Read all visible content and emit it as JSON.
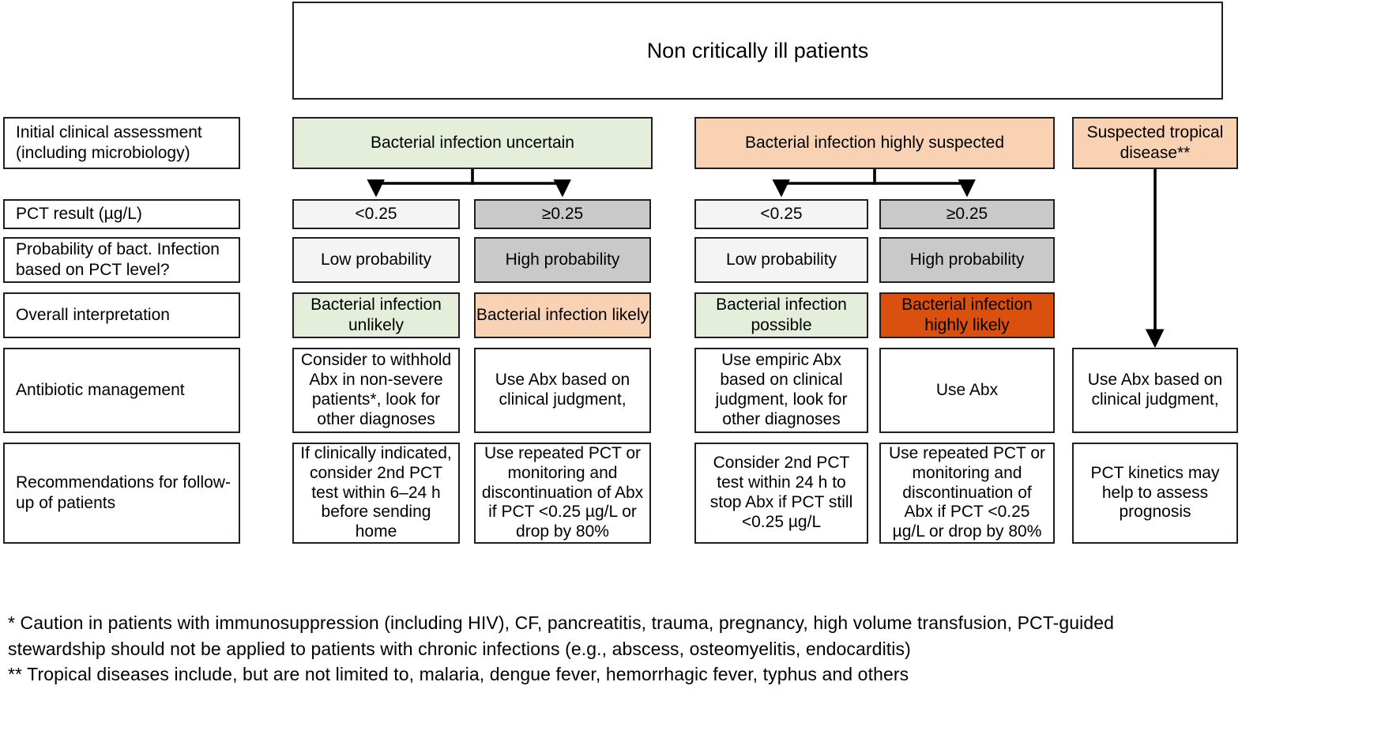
{
  "header": {
    "title": "Non critically ill patients"
  },
  "row_labels": [
    "Initial clinical assessment (including microbiology)",
    "PCT result (µg/L)",
    "Probability of bact. Infection based on PCT level?",
    "Overall interpretation",
    "Antibiotic management",
    "Recommendations for follow-up of patients"
  ],
  "assessment": {
    "uncertain": "Bacterial infection uncertain",
    "highly_suspected": "Bacterial infection highly suspected",
    "tropical": "Suspected tropical disease**"
  },
  "pct_results": {
    "low": "<0.25",
    "high": "≥0.25"
  },
  "probability": {
    "low": "Low probability",
    "high": "High probability"
  },
  "interpretation": {
    "unlikely": "Bacterial infection unlikely",
    "likely": "Bacterial infection likely",
    "possible": "Bacterial infection possible",
    "highly_likely": "Bacterial infection highly likely"
  },
  "antibiotic_management": {
    "uncertain_low": "Consider to withhold Abx in non-severe patients*, look for other diagnoses",
    "uncertain_high": "Use Abx based on clinical judgment,",
    "suspected_low": "Use empiric Abx based on clinical judgment, look for other diagnoses",
    "suspected_high": "Use Abx",
    "tropical": "Use Abx based on clinical judgment,"
  },
  "followup": {
    "uncertain_low": "If clinically indicated, consider 2nd PCT test within 6–24 h before sending home",
    "uncertain_high": "Use repeated PCT or monitoring and discontinuation of Abx if PCT <0.25 µg/L or drop by 80%",
    "suspected_low": "Consider 2nd PCT test within 24 h to stop Abx if PCT still <0.25 µg/L",
    "suspected_high": "Use repeated PCT or monitoring and discontinuation of Abx if PCT <0.25 µg/L or drop by 80%",
    "tropical": "PCT kinetics may help to assess prognosis"
  },
  "footnotes": {
    "line1": "* Caution in patients with immunosuppression (including HIV), CF, pancreatitis, trauma, pregnancy, high volume transfusion, PCT-guided",
    "line2": "stewardship should not be applied to patients with chronic infections (e.g., abscess, osteomyelitis, endocarditis)",
    "line3": "** Tropical diseases include, but are not limited to, malaria, dengue fever, hemorrhagic fever, typhus and others"
  },
  "colors": {
    "border": "#231f20",
    "green": "#e5eedb",
    "peach": "#f9d2b4",
    "orange": "#d9500f",
    "grey_light": "#f4f4f4",
    "grey": "#c9c9c9",
    "white": "#ffffff"
  }
}
